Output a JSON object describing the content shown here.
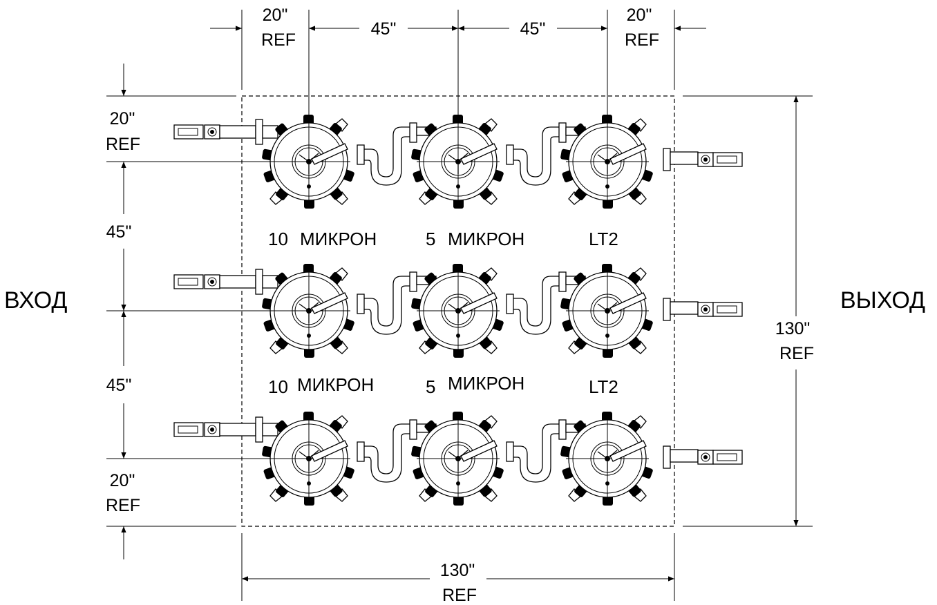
{
  "labels": {
    "inlet": "ВХОД",
    "outlet": "ВЫХОД",
    "row1": [
      "10",
      "МИКРОН",
      "5",
      "МИКРОН",
      "LT2"
    ],
    "row2": [
      "10",
      "МИКРОН",
      "5",
      "МИКРОН",
      "LT2"
    ]
  },
  "dimensions": {
    "top_left": [
      "20\"",
      "REF"
    ],
    "top_mid_left": "45\"",
    "top_mid_right": "45\"",
    "top_right": [
      "20\"",
      "REF"
    ],
    "left_top": [
      "20\"",
      "REF"
    ],
    "left_mid1": "45\"",
    "left_mid2": "45\"",
    "left_bottom": [
      "20\"",
      "REF"
    ],
    "right_overall": [
      "130\"",
      "REF"
    ],
    "bottom_overall": [
      "130\"",
      "REF"
    ]
  }
}
